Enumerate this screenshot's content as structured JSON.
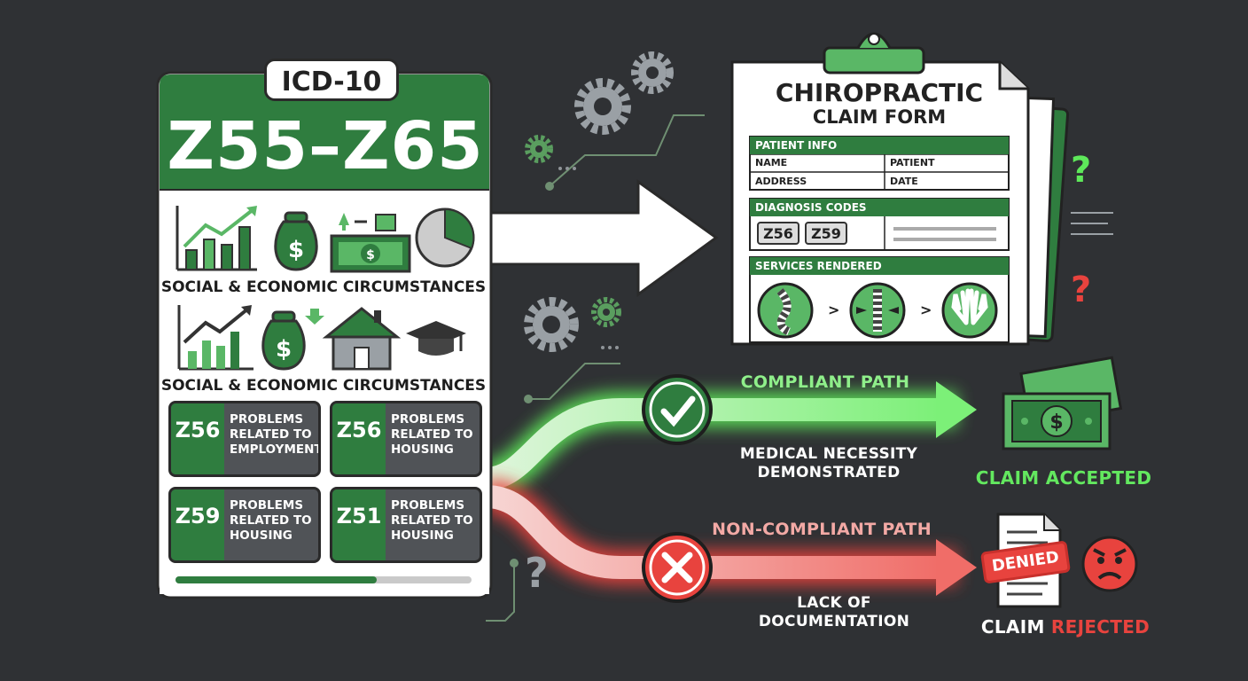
{
  "left_panel": {
    "tab_label": "ICD-10",
    "range_title": "Z55–Z65",
    "caption_1": "SOCIAL & ECONOMIC CIRCUMSTANCES",
    "caption_2": "SOCIAL & ECONOMIC CIRCUMSTANCES",
    "codes": [
      {
        "code": "Z56",
        "desc": "PROBLEMS RELATED TO EMPLOYMENT"
      },
      {
        "code": "Z56",
        "desc": "PROBLEMS RELATED TO HOUSING"
      },
      {
        "code": "Z59",
        "desc": "PROBLEMS RELATED TO HOUSING"
      },
      {
        "code": "Z51",
        "desc": "PROBLEMS RELATED TO HOUSING"
      }
    ],
    "progress": 0.68
  },
  "claim_form": {
    "title_line1": "CHIROPRACTIC",
    "title_line2": "CLAIM FORM",
    "patient_info": {
      "header": "PATIENT INFO",
      "rows": [
        [
          "NAME",
          "PATIENT"
        ],
        [
          "ADDRESS",
          "DATE"
        ]
      ]
    },
    "diagnosis": {
      "header": "DIAGNOSIS CODES",
      "codes": [
        "Z56",
        "Z59"
      ]
    },
    "services": {
      "header": "SERVICES RENDERED",
      "icons": [
        "spine-icon",
        "spine-adjustment-icon",
        "hands-icon"
      ],
      "separator": ">"
    }
  },
  "paths": {
    "compliant": {
      "label": "COMPLIANT PATH",
      "reason": "MEDICAL NECESSITY DEMONSTRATED",
      "color": "#63e85f"
    },
    "non_compliant": {
      "label": "NON-COMPLIANT PATH",
      "reason": "LACK OF DOCUMENTATION",
      "color": "#ea4a45"
    }
  },
  "outcomes": {
    "accepted": {
      "label": "CLAIM ACCEPTED"
    },
    "rejected": {
      "label_part1": "CLAIM",
      "label_part2": "REJECTED",
      "stamp": "DENIED"
    }
  },
  "colors": {
    "background": "#2f3134",
    "brand_green": "#2f7d3f",
    "light_green": "#63e85f",
    "red": "#e8433e"
  }
}
